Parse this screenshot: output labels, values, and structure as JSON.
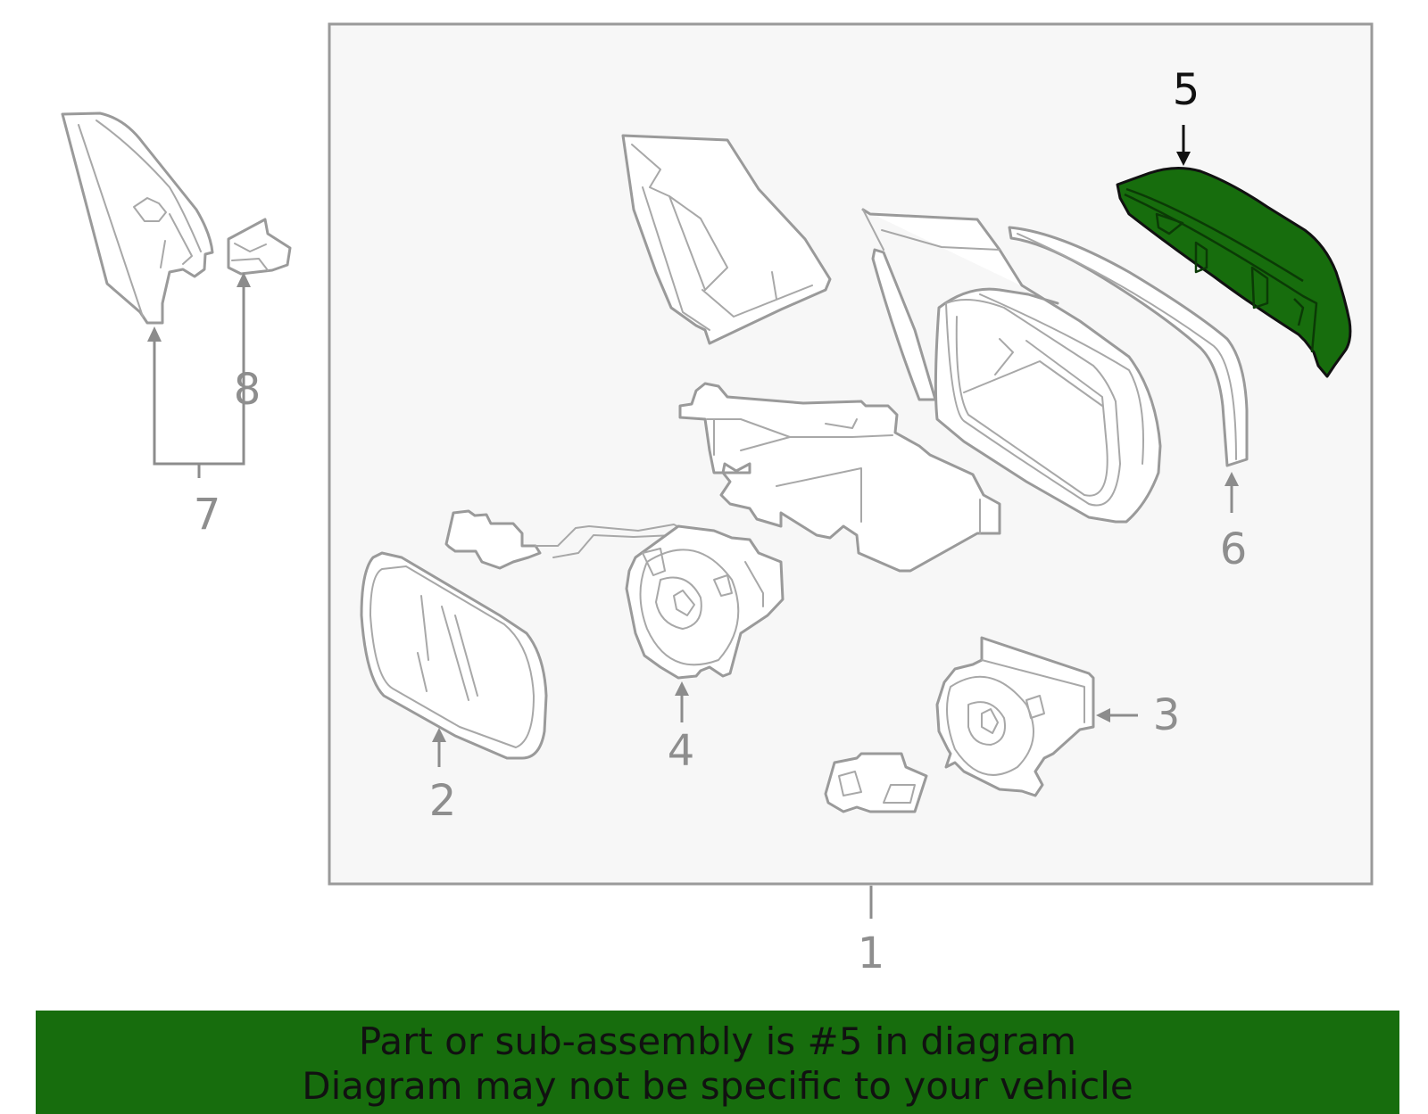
{
  "callouts": {
    "c1": "1",
    "c2": "2",
    "c3": "3",
    "c4": "4",
    "c5": "5",
    "c6": "6",
    "c7": "7",
    "c8": "8"
  },
  "highlighted_part": "5",
  "colors": {
    "highlight": "#176d0d",
    "line": "#9a9a9a",
    "panel_background": "#f7f7f7",
    "banner_background": "#176d0d"
  },
  "banner": {
    "line1": "Part or sub-assembly is #5 in diagram",
    "line2": "Diagram may not be specific to your vehicle"
  }
}
